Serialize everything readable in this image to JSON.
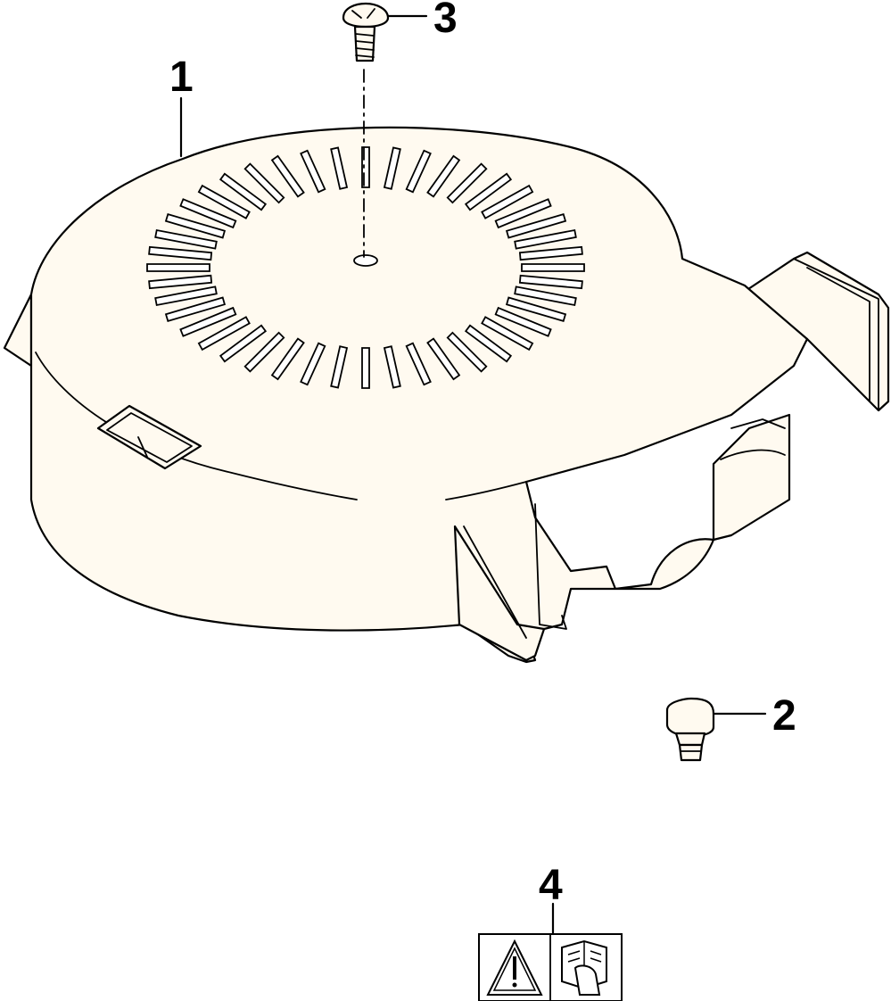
{
  "diagram": {
    "callouts": [
      {
        "label": "1",
        "part": "blower-housing"
      },
      {
        "label": "2",
        "part": "plug"
      },
      {
        "label": "3",
        "part": "screw"
      },
      {
        "label": "4",
        "part": "warning-label"
      }
    ],
    "icons": [
      "warning-triangle-icon",
      "manual-read-icon"
    ],
    "colors": {
      "line": "#000000",
      "body": "#fffaf0",
      "background": "#ffffff"
    }
  }
}
